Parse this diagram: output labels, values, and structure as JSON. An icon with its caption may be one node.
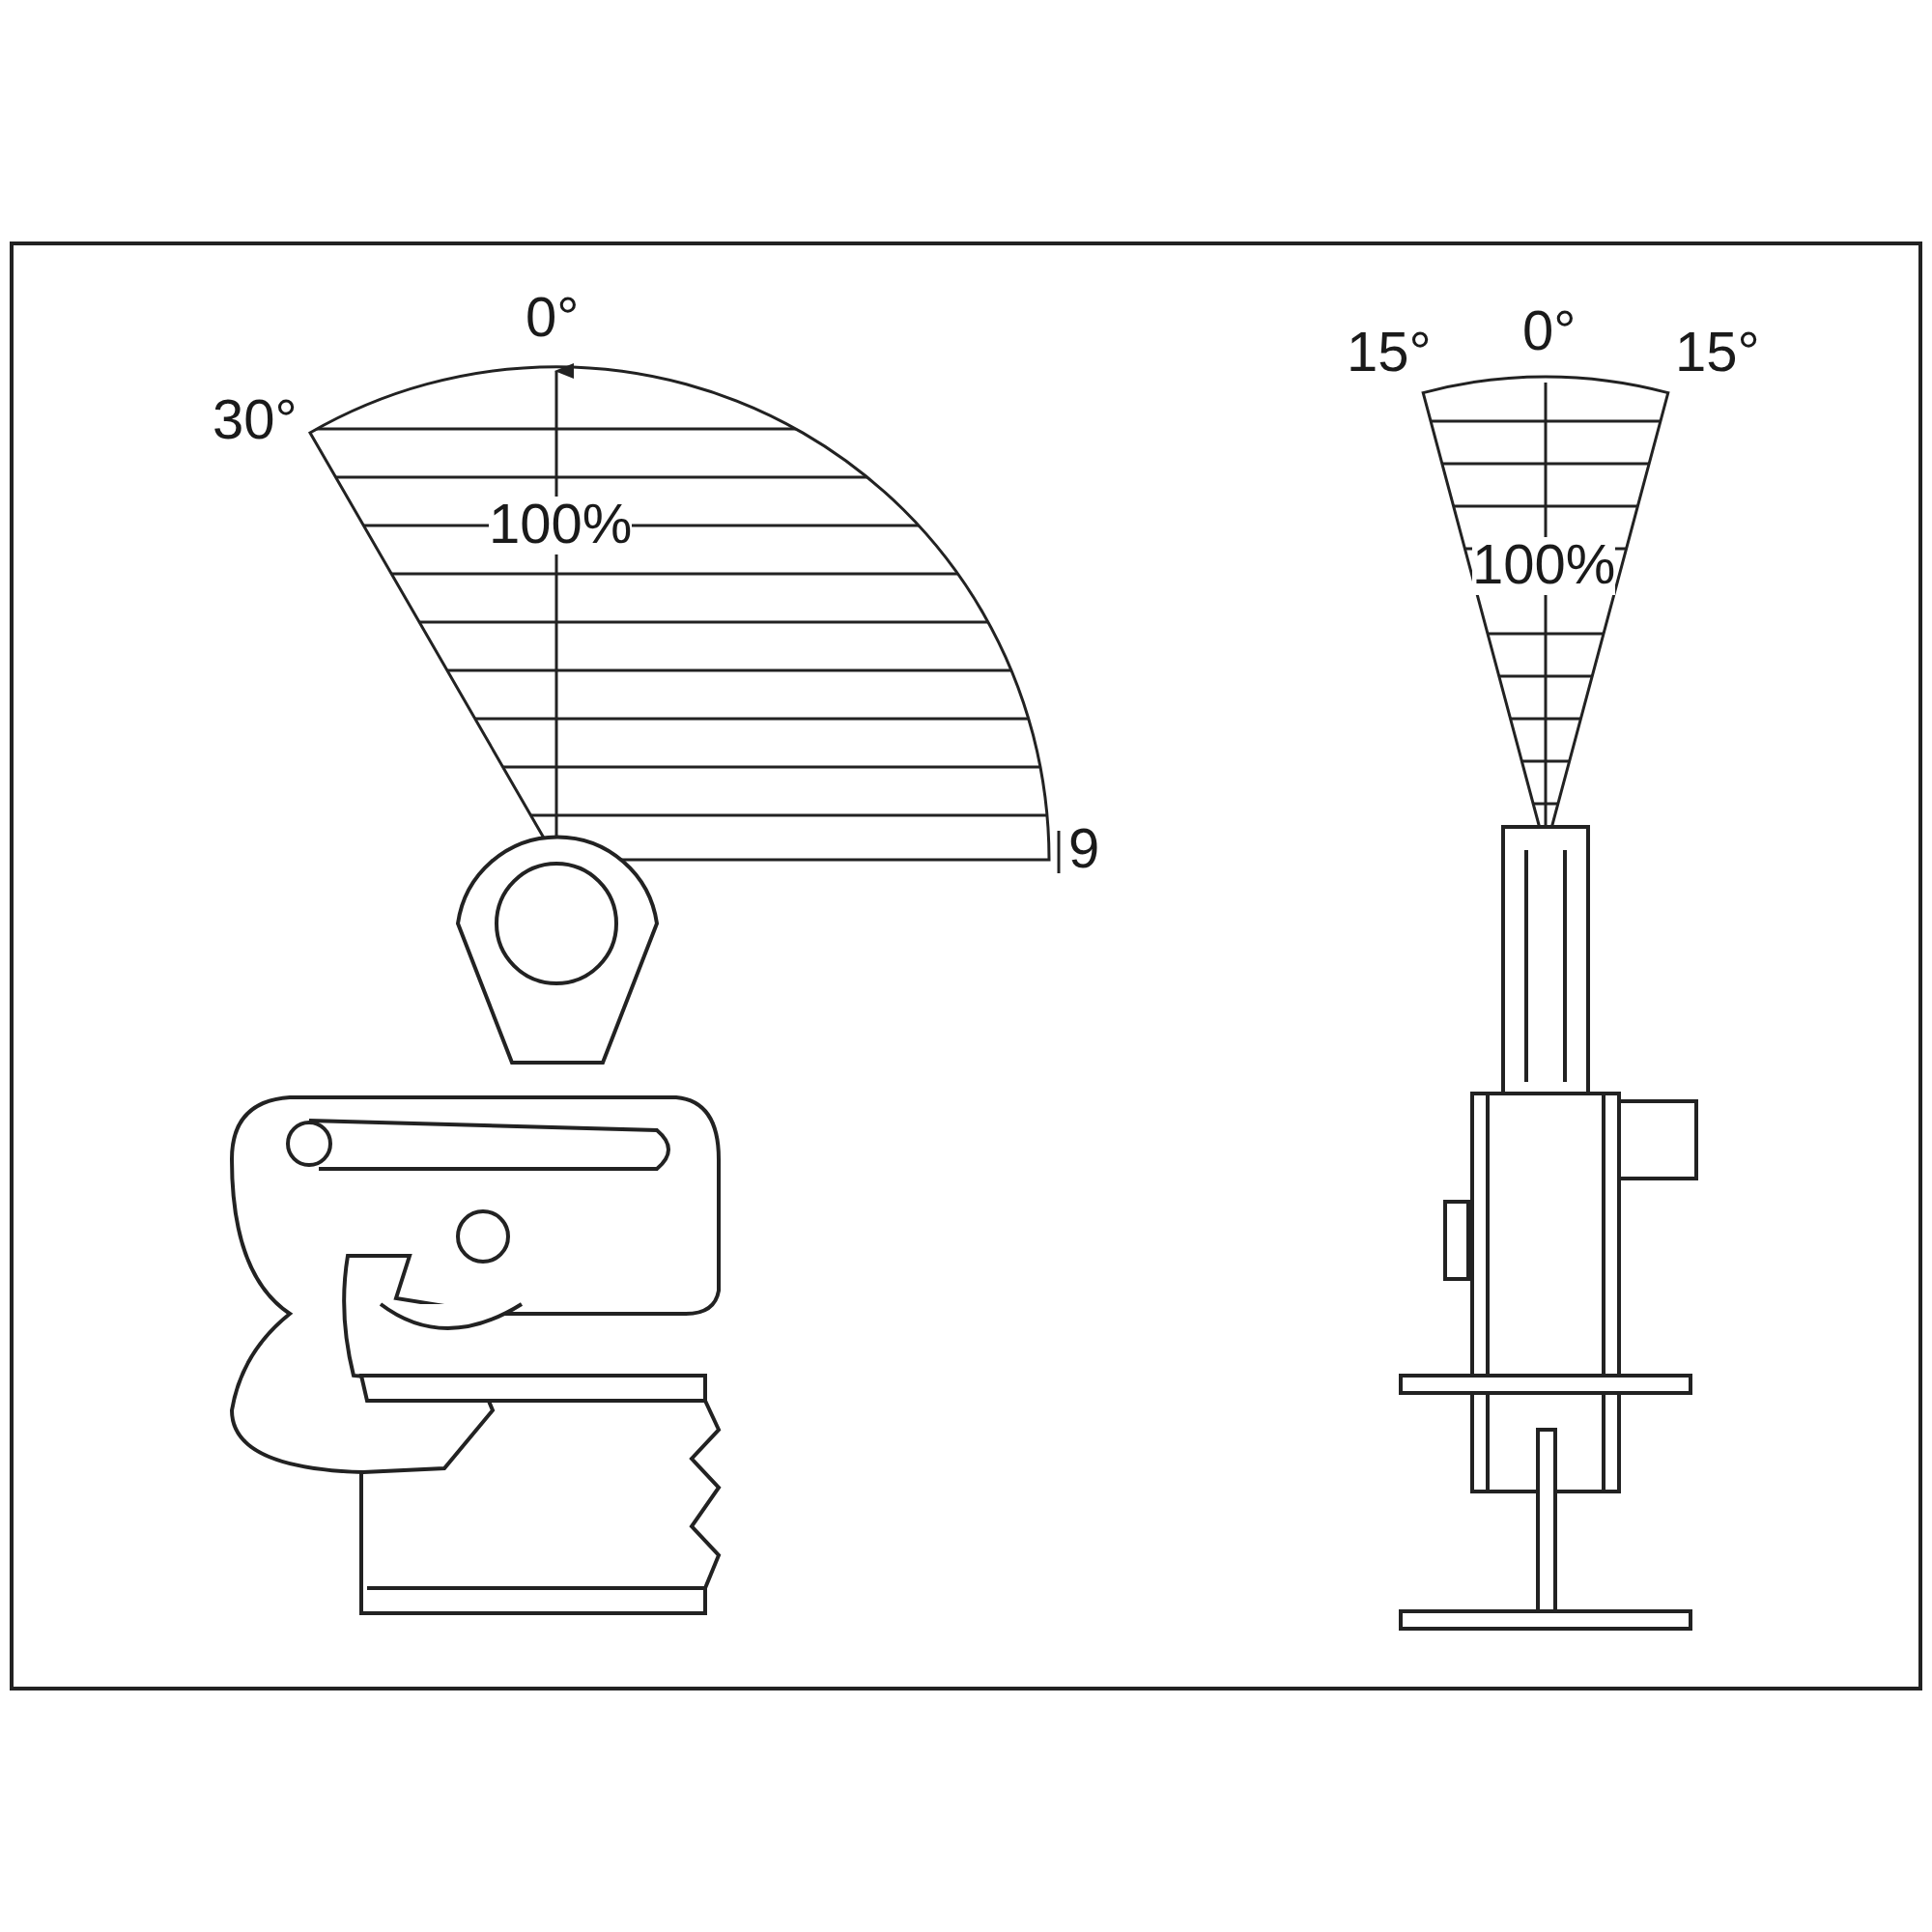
{
  "diagram": {
    "labels": [
      "0°",
      "30°",
      "100%",
      "9",
      "15°",
      "0°",
      "15°",
      "100%"
    ]
  }
}
